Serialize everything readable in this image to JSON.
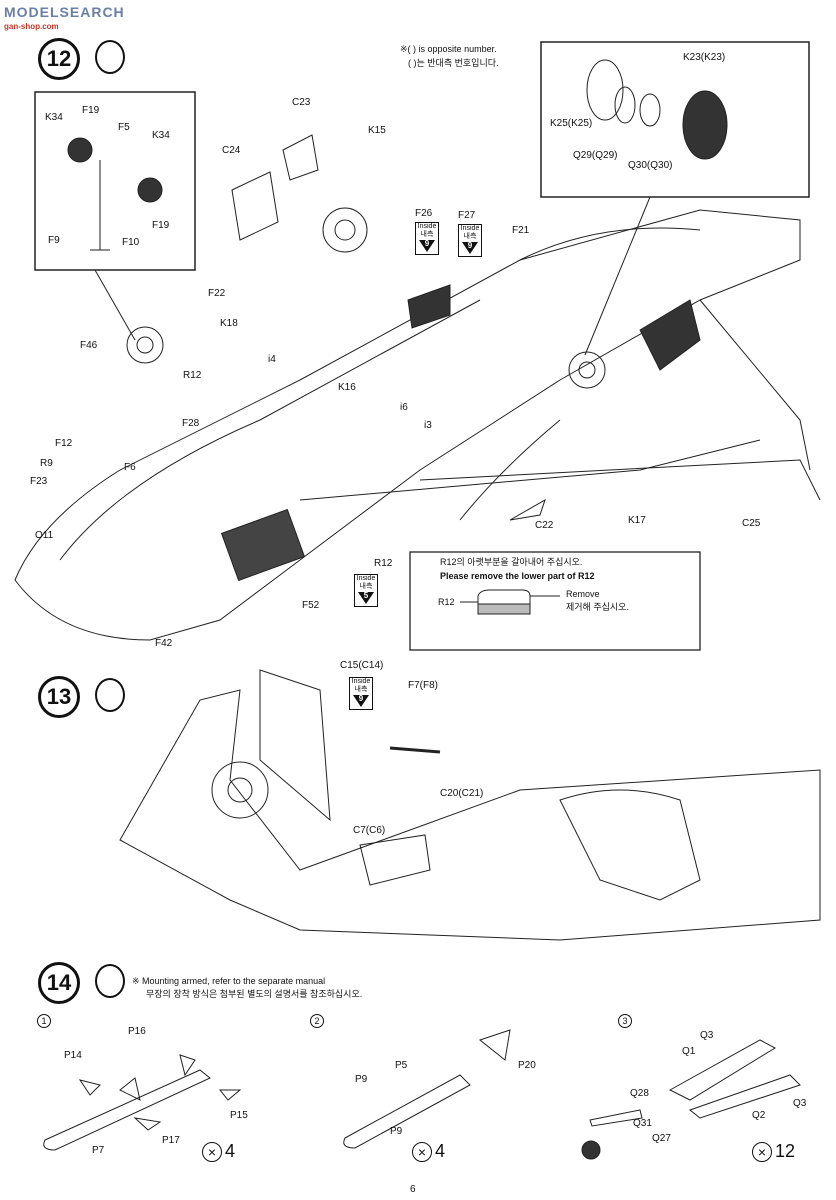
{
  "watermark": {
    "brand": "MODELSEARCH",
    "site": "gan-shop.com"
  },
  "page_number": "6",
  "step12": {
    "number": "12",
    "opposite_note_en": "※( ) is opposite number.",
    "opposite_note_kr": "( )는 반대측 번호입니다.",
    "labels": {
      "k34a": "K34",
      "f19a": "F19",
      "f5": "F5",
      "k34b": "K34",
      "f9": "F9",
      "f10": "F10",
      "f19b": "F19",
      "c23": "C23",
      "c24": "C24",
      "k15": "K15",
      "f26": "F26",
      "f27": "F27",
      "f21": "F21",
      "f22": "F22",
      "k18": "K18",
      "i4": "i4",
      "r12a": "R12",
      "f46": "F46",
      "k16": "K16",
      "i6": "i6",
      "i3": "i3",
      "f28": "F28",
      "f12": "F12",
      "f6": "F6",
      "r9": "R9",
      "f23": "F23",
      "o11": "O11",
      "f52": "F52",
      "f42": "F42",
      "r12b": "R12",
      "c22": "C22",
      "k17": "K17",
      "c25": "C25",
      "k23": "K23(K23)",
      "k25": "K25(K25)",
      "q29": "Q29(Q29)",
      "q30": "Q30(Q30)"
    },
    "inside": {
      "en": "Inside",
      "kr": "내측"
    },
    "r12_note": {
      "kr": "R12의 아랫부분을 갈아내어 주십시오.",
      "en": "Please remove the lower part of R12",
      "part": "R12",
      "remove_en": "Remove",
      "remove_kr": "제거해 주십시오."
    }
  },
  "step13": {
    "number": "13",
    "labels": {
      "c15": "C15(C14)",
      "f7": "F7(F8)",
      "c20": "C20(C21)",
      "c7": "C7(C6)"
    }
  },
  "step14": {
    "number": "14",
    "note_en": "※  Mounting armed, refer to the separate manual",
    "note_kr": "무장의 장착 방식은 첨부된 별도의 설명서를 참조하십시오.",
    "sub1": {
      "num": "1",
      "labels": {
        "p16": "P16",
        "p14": "P14",
        "p15": "P15",
        "p7": "P7",
        "p17": "P17"
      },
      "qty": "4"
    },
    "sub2": {
      "num": "2",
      "labels": {
        "p5": "P5",
        "p20": "P20",
        "p9a": "P9",
        "p9b": "P9"
      },
      "qty": "4"
    },
    "sub3": {
      "num": "3",
      "labels": {
        "q3a": "Q3",
        "q1": "Q1",
        "q28": "Q28",
        "q3b": "Q3",
        "q2": "Q2",
        "q31": "Q31",
        "q27": "Q27"
      },
      "qty": "12"
    }
  }
}
